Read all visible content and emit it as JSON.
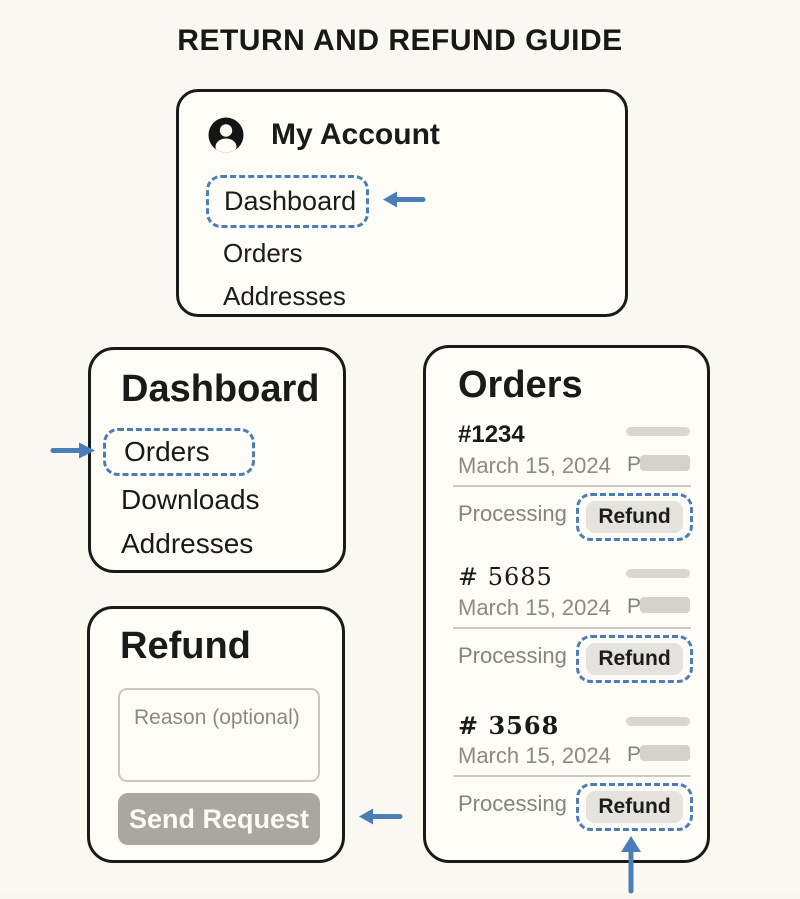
{
  "page": {
    "title": "RETURN AND REFUND GUIDE"
  },
  "colors": {
    "accent_blue": "#4b7eb8",
    "panel_border": "#1a1a1a",
    "panel_bg": "#fdfcf6",
    "page_bg": "#f9f8f1",
    "muted_text": "#8b8b84",
    "refund_button_bg": "#e4e3dd",
    "send_button_bg": "#a8a7a1"
  },
  "my_account": {
    "title": "My Account",
    "icon": "user-icon",
    "items": [
      {
        "label": "Dashboard",
        "highlighted": true
      },
      {
        "label": "Orders",
        "highlighted": false
      },
      {
        "label": "Addresses",
        "highlighted": false
      }
    ]
  },
  "dashboard": {
    "title": "Dashboard",
    "items": [
      {
        "label": "Orders",
        "highlighted": true
      },
      {
        "label": "Downloads",
        "highlighted": false
      },
      {
        "label": "Addresses",
        "highlighted": false
      }
    ]
  },
  "orders": {
    "title": "Orders",
    "rows": [
      {
        "number": "#1234",
        "date": "March 15, 2024",
        "price_prefix": "P",
        "status": "Processing",
        "action_label": "Refund"
      },
      {
        "number": "# 5685",
        "date": "March 15, 2024",
        "price_prefix": "P",
        "status": "Processing",
        "action_label": "Refund"
      },
      {
        "number": "# 3568",
        "date": "March 15, 2024",
        "price_prefix": "P",
        "status": "Processing",
        "action_label": "Refund"
      }
    ]
  },
  "refund": {
    "title": "Refund",
    "reason_placeholder": "Reason (optional)",
    "submit_label": "Send Request"
  }
}
